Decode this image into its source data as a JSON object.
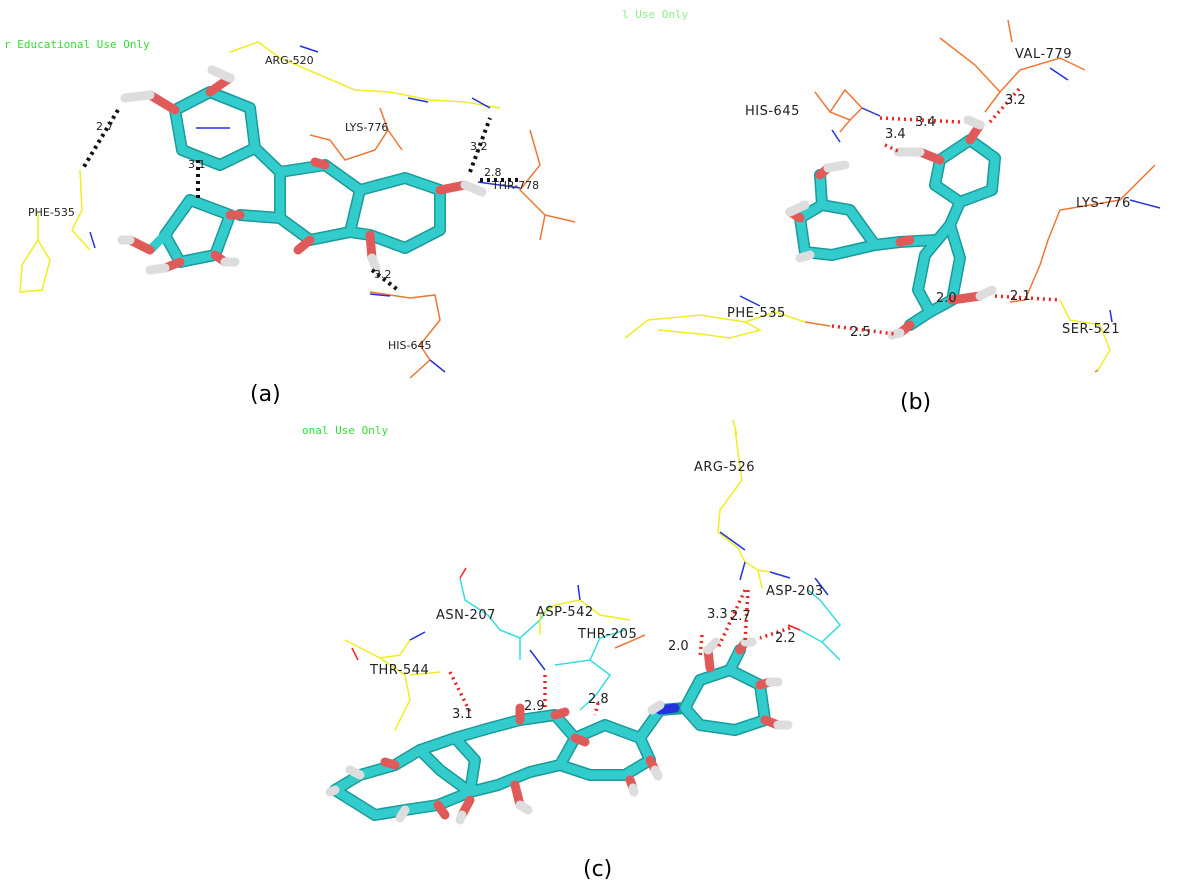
{
  "watermarks": {
    "panel_a": "r Educational Use Only",
    "panel_c": "onal Use Only",
    "top_center": "l Use Only"
  },
  "panel_a": {
    "caption": "(a)",
    "residues": [
      "ARG-520",
      "LYS-776",
      "THR-778",
      "PHE-535",
      "HIS-645"
    ],
    "distances": [
      "2.7",
      "3.1",
      "3.2",
      "2.8",
      "3.2"
    ]
  },
  "panel_b": {
    "caption": "(b)",
    "residues": [
      "VAL-779",
      "HIS-645",
      "LYS-776",
      "PHE-535",
      "SER-521"
    ],
    "distances": [
      "3.2",
      "3.4",
      "3.4",
      "2.5",
      "2.1",
      "2.0"
    ]
  },
  "panel_c": {
    "caption": "(c)",
    "residues": [
      "ARG-526",
      "ASP-203",
      "ASN-207",
      "ASP-542",
      "THR-205",
      "THR-544"
    ],
    "distances": [
      "3.3",
      "2.7",
      "2.0",
      "2.2",
      "2.9",
      "2.8",
      "3.1"
    ]
  },
  "colors": {
    "carbon": "#33cccc",
    "oxygen": "#e05a5a",
    "hydrogen": "#dddddd",
    "nitrogen": "#2233dd",
    "residue_yellow": "#eeee22",
    "residue_orange": "#ee7733",
    "residue_cyan": "#33dddd",
    "hbond_black": "#111111",
    "hbond_red": "#ee2222",
    "watermark": "#33dd33"
  }
}
